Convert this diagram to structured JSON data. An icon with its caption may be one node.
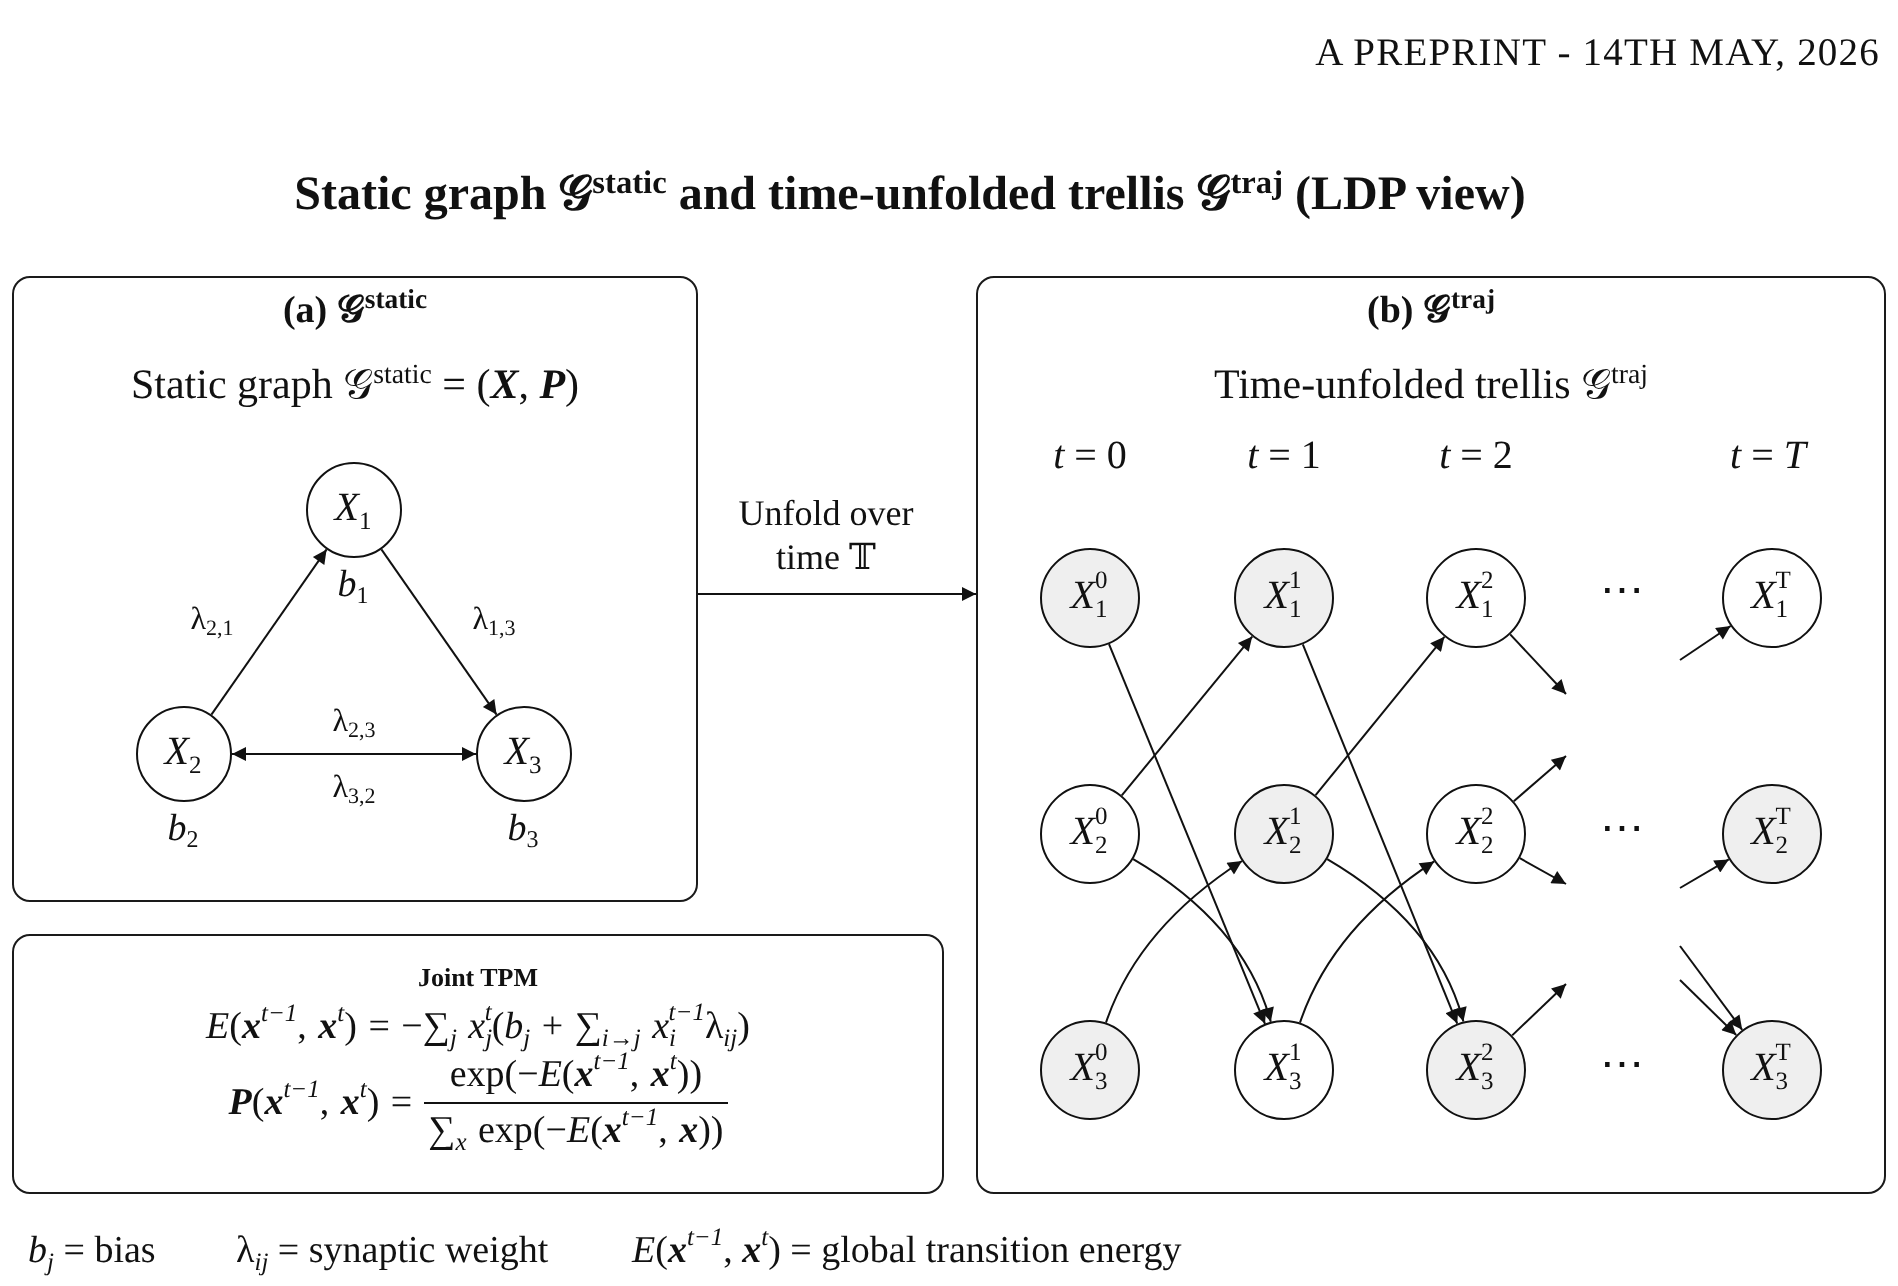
{
  "diagram": {
    "title": "Static graph 𝒢$^{static}$ and time-unfolded trellis 𝒢$^{traj}$ (LDP view)",
    "nodes": [
      {
        "text": [
          "(a) 𝒢$^{static}$",
          "Static graph 𝒢$^{static}$ = (**X**, **P**)"
        ]
      },
      {
        "text": [
          "*X*$_{1}$"
        ],
        "in": 0,
        "beside": [
          "*b*$_{1}$"
        ]
      },
      {
        "text": [
          "*X*$_{2}$"
        ],
        "in": 0,
        "beside": [
          "*b*$_{2}$"
        ]
      },
      {
        "text": [
          "*X*$_{3}$"
        ],
        "in": 0,
        "beside": [
          "*b*$_{3}$"
        ]
      },
      {
        "text": [
          "(b) 𝒢$^{traj}$",
          "Time-unfolded trellis 𝒢$^{traj}$"
        ]
      },
      {
        "text": [
          "*X*$_{1}$$^{0}$"
        ],
        "in": 4
      },
      {
        "text": [
          "*X*$_{1}$$^{1}$"
        ],
        "in": 4
      },
      {
        "text": [
          "*X*$_{1}$$^{2}$"
        ],
        "in": 4
      },
      {
        "text": [
          "*X*$_{1}$$^{T}$"
        ],
        "in": 4
      },
      {
        "text": [
          "*X*$_{2}$$^{0}$"
        ],
        "in": 4
      },
      {
        "text": [
          "*X*$_{2}$$^{1}$"
        ],
        "in": 4
      },
      {
        "text": [
          "*X*$_{2}$$^{2}$"
        ],
        "in": 4
      },
      {
        "text": [
          "*X*$_{2}$$^{T}$"
        ],
        "in": 4
      },
      {
        "text": [
          "*X*$_{3}$$^{0}$"
        ],
        "in": 4
      },
      {
        "text": [
          "*X*$_{3}$$^{1}$"
        ],
        "in": 4
      },
      {
        "text": [
          "*X*$_{3}$$^{2}$"
        ],
        "in": 4
      },
      {
        "text": [
          "*X*$_{3}$$^{T}$"
        ],
        "in": 4
      },
      {
        "text": [
          "Joint TPM",
          "*E*(**x**$^{t−1}$, **x**$^{t}$) = −∑$_{j}$ *x*$_{j}$$^{t}$(*b*$_{j}$ + ∑$_{i→j}$ *x*$_{i}$$^{t−1}$λ$_{ij}$)",
          "**P**(**x**$^{t−1}$, **x**$^{t}$) =",
          "exp(−*E*(**x**$^{t−1}$, **x**$^{t}$))",
          "∑$_{x}$ exp(−*E*(**x**$^{t−1}$, **x**))"
        ]
      }
    ],
    "edges": [
      {
        "from": 2,
        "to": 1,
        "arrow": "to",
        "label": "λ$_{2,1}$"
      },
      {
        "from": 1,
        "to": 3,
        "arrow": "to",
        "label": "λ$_{1,3}$"
      },
      {
        "from": 2,
        "to": 3,
        "arrow": "both",
        "label": "λ$_{2,3}$"
      },
      {
        "from": 0,
        "to": 4,
        "arrow": "to",
        "label": "Unfold over time 𝕋"
      },
      {
        "from": 5,
        "to": 14,
        "arrow": "to"
      },
      {
        "from": 9,
        "to": 6,
        "arrow": "to"
      },
      {
        "from": 9,
        "to": 14,
        "arrow": "to"
      },
      {
        "from": 13,
        "to": 10,
        "arrow": "to"
      },
      {
        "from": 6,
        "to": 15,
        "arrow": "to"
      },
      {
        "from": 10,
        "to": 7,
        "arrow": "to"
      },
      {
        "from": 10,
        "to": 15,
        "arrow": "to"
      },
      {
        "from": 14,
        "to": 11,
        "arrow": "to"
      },
      {
        "from": 7,
        "to": null,
        "arrow": "to"
      },
      {
        "from": 11,
        "to": null,
        "arrow": "to"
      },
      {
        "from": 11,
        "to": null,
        "arrow": "to"
      },
      {
        "from": 15,
        "to": null,
        "arrow": "to"
      },
      {
        "from": null,
        "to": 8,
        "arrow": "to"
      },
      {
        "from": null,
        "to": 12,
        "arrow": "to"
      },
      {
        "from": null,
        "to": 16,
        "arrow": "to"
      },
      {
        "from": null,
        "to": 16,
        "arrow": "to"
      }
    ],
    "labels": [
      "A PREPRINT - 14TH MAY, 2026",
      "λ$_{3,2}$",
      "*t* = 0",
      "*t* = 1",
      "*t* = 2",
      "*t* = *T*",
      "⋯",
      "⋯",
      "⋯",
      "*b*$_{j}$ = bias",
      "λ$_{ij}$ = synaptic weight",
      "*E*(**x**$^{t−1}$, **x**$^{t}$) = global transition energy"
    ]
  }
}
